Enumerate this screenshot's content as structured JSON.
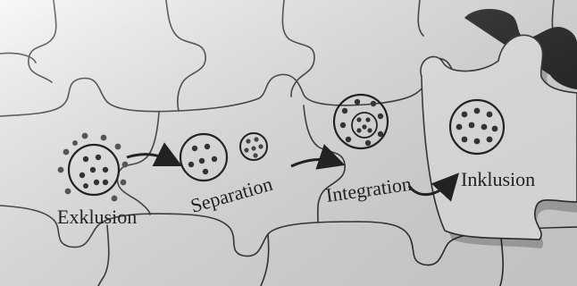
{
  "photo": {
    "stages": [
      {
        "id": "exklusion",
        "label": "Exklusion"
      },
      {
        "id": "separation",
        "label": "Separation"
      },
      {
        "id": "integration",
        "label": "Integration"
      },
      {
        "id": "inklusion",
        "label": "Inklusion"
      }
    ],
    "colors": {
      "paper": "#efefef",
      "ink": "#222222",
      "seam": "#2a2a2a",
      "hole": "#1a1a1a"
    }
  }
}
